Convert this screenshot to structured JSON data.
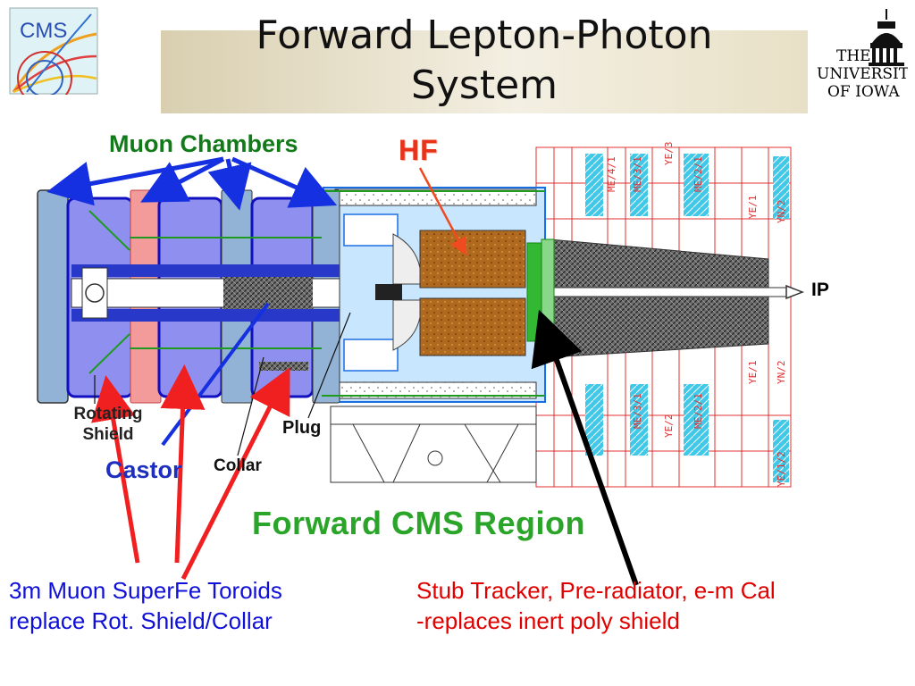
{
  "slide": {
    "title": "Forward Lepton-Photon System",
    "title_line1": "Forward Lepton-Photon",
    "title_line2": "System"
  },
  "logos": {
    "left": {
      "text": "CMS",
      "icon": "cms-logo-icon"
    },
    "right": {
      "line1": "THE",
      "line2": "UNIVERSITY",
      "line3": "OF IOWA",
      "icon": "old-capitol-icon"
    }
  },
  "labels": {
    "muon_chambers": "Muon Chambers",
    "hf": "HF",
    "ip": "IP",
    "rotating_shield_line1": "Rotating",
    "rotating_shield_line2": "Shield",
    "plug": "Plug",
    "collar": "Collar",
    "castor": "Castor",
    "region": "Forward CMS Region"
  },
  "detector_tags": {
    "upper": [
      "ME/4/1",
      "ME/3/1",
      "YE/3",
      "ME/2/1",
      "YE/1",
      "YN/2"
    ],
    "lower": [
      "ME/3/1",
      "YE/2",
      "ME/2/1",
      "YE/1",
      "YN/2",
      "YE/1/2"
    ]
  },
  "notes": {
    "left_line1": "3m Muon SuperFe Toroids",
    "left_line2": "replace Rot. Shield/Collar",
    "right_line1": "Stub Tracker, Pre-radiator, e-m Cal",
    "right_line2": "-replaces inert poly shield"
  },
  "colors": {
    "muon_label": "#137a1a",
    "hf_label": "#e8331b",
    "castor_label": "#1e2fbf",
    "region_label": "#2aa52a",
    "note_left": "#1010d8",
    "note_right": "#e00000",
    "toroid_fill": "#8f8ff0",
    "pink_block": "#f39a9a"
  }
}
